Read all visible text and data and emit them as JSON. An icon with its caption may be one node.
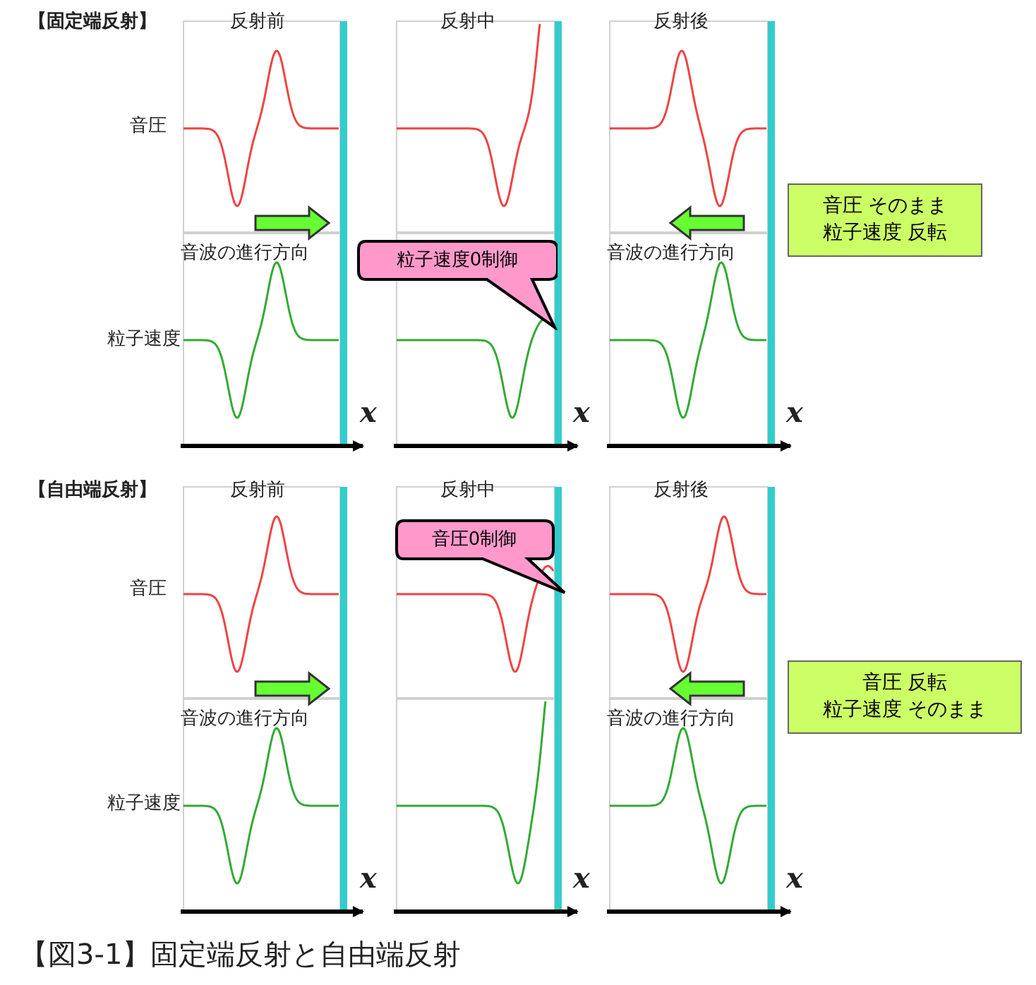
{
  "diagram": {
    "caption": "【図3-1】固定端反射と自由端反射",
    "nodes": [
      {
        "text": [
          "音圧 そのまま",
          "粒子速度 反転"
        ]
      },
      {
        "text": [
          "粒子速度0制御"
        ]
      },
      {
        "text": [
          "音圧0制御"
        ]
      },
      {
        "text": [
          "音圧 反転",
          "粒子速度 そのまま"
        ]
      }
    ],
    "labels": [
      "【固定端反射】",
      "反射前",
      "反射中",
      "反射後",
      "音圧",
      "音波の進行方向",
      "音波の進行方向",
      "粒子速度",
      "x",
      "x",
      "x",
      "【自由端反射】",
      "反射前",
      "反射中",
      "反射後",
      "音圧",
      "音波の進行方向",
      "音波の進行方向",
      "粒子速度",
      "x",
      "x",
      "x"
    ]
  }
}
